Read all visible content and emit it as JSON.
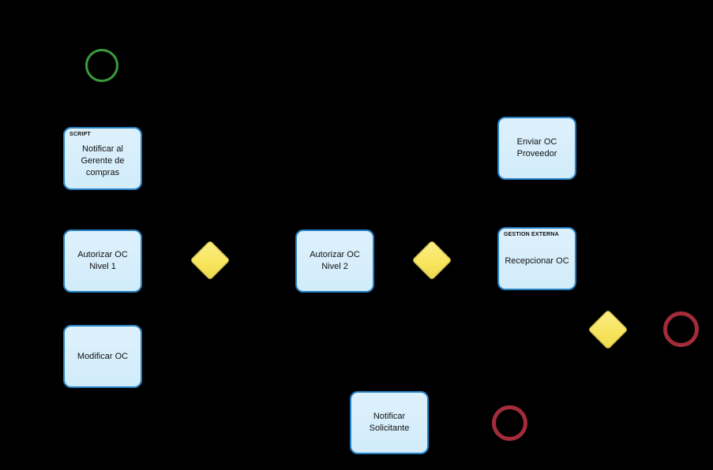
{
  "diagram": {
    "background_color": "#000000",
    "palette": {
      "task_fill": "#d2ecfa",
      "task_border": "#2581c4",
      "gateway_fill": "#f7e45c",
      "gateway_border": "#e0cc55",
      "start_event_stroke": "#3c9b3c",
      "end_event_stroke": "#a32b3a",
      "text_color": "#111111"
    },
    "start_event": {
      "name": "start"
    },
    "tasks": [
      {
        "label": "Notificar al Gerente de compras",
        "tag": "SCRIPT"
      },
      {
        "label": "Autorizar OC Nivel 1",
        "tag": ""
      },
      {
        "label": "Modificar OC",
        "tag": ""
      },
      {
        "label": "Autorizar OC Nivel 2",
        "tag": ""
      },
      {
        "label": "Enviar OC Proveedor",
        "tag": ""
      },
      {
        "label": "Recepcionar OC",
        "tag": "GESTION EXTERNA"
      },
      {
        "label": "Notificar Solicitante",
        "tag": ""
      }
    ],
    "gateways": [
      {
        "name": "gateway-1"
      },
      {
        "name": "gateway-2"
      },
      {
        "name": "gateway-3"
      }
    ],
    "end_events": [
      {
        "name": "end-1"
      },
      {
        "name": "end-2"
      }
    ]
  }
}
